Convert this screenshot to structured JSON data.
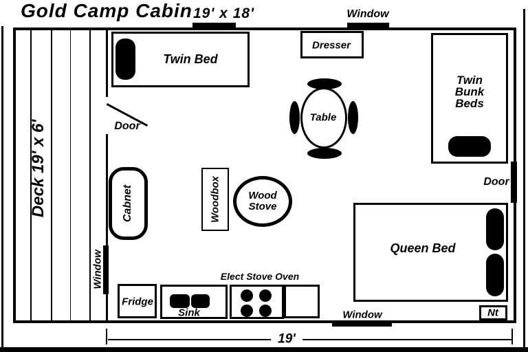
{
  "title": {
    "name": "Gold Camp Cabin",
    "size": "19' x 18'"
  },
  "deck": {
    "label": "Deck 19' x 6'"
  },
  "windows": {
    "top": "Window",
    "left": "Window",
    "bottom": "Window"
  },
  "doors": {
    "left": "Door",
    "right": "Door"
  },
  "furniture": {
    "twin_bed": "Twin Bed",
    "dresser": "Dresser",
    "table": "Table",
    "twin_bunk_beds": {
      "line1": "Twin",
      "line2": "Bunk",
      "line3": "Beds"
    },
    "cabinet": "Cabnet",
    "woodbox": "Woodbox",
    "wood_stove": {
      "line1": "Wood",
      "line2": "Stove"
    },
    "queen_bed": "Queen Bed",
    "night_table": "Nt",
    "fridge": "Fridge",
    "sink": "Sink",
    "stove_label": "Elect Stove Oven"
  },
  "dimension": {
    "width": "19'"
  },
  "colors": {
    "ink": "#000000",
    "background": "#ffffff"
  }
}
